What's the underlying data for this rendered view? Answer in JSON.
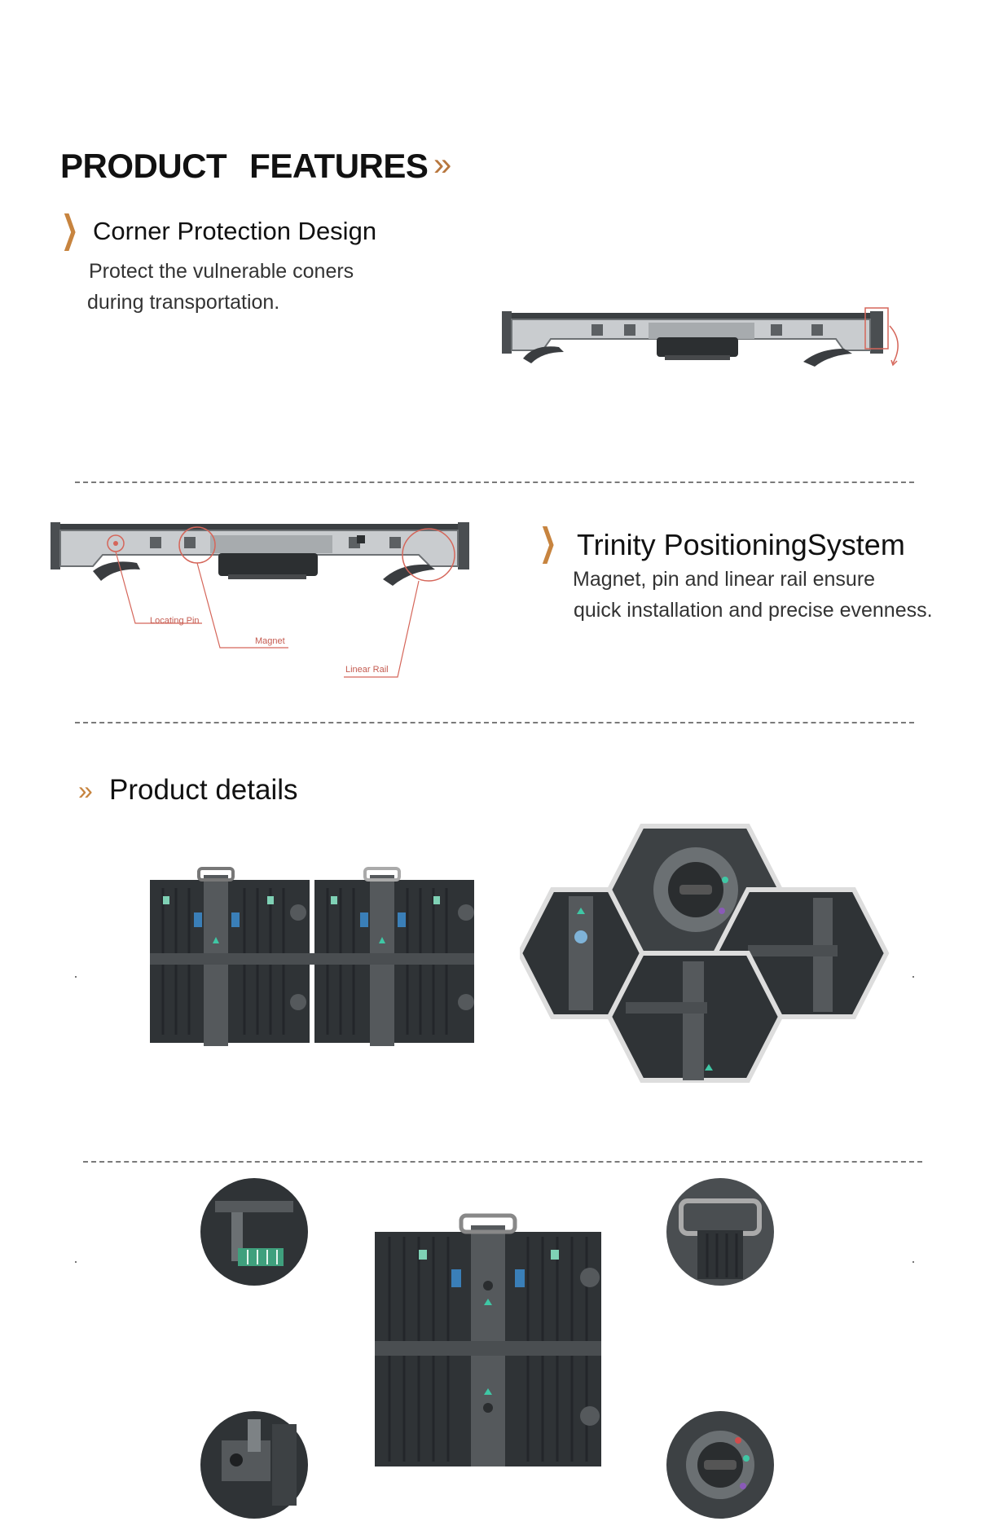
{
  "features": {
    "title_part1": "PRODUCT",
    "title_part2": "FEATURES",
    "title_arrow": "»"
  },
  "corner": {
    "heading": "Corner Protection Design",
    "desc_line1": "Protect the vulnerable coners",
    "desc_line2": "during transportation."
  },
  "trinity": {
    "heading": "Trinity PositioningSystem",
    "desc_line1": "Magnet, pin and linear rail ensure",
    "desc_line2": "quick installation and precise evenness.",
    "callouts": {
      "locating_pin": "Locating Pin",
      "magnet": "Magnet",
      "linear_rail": "Linear Rail"
    }
  },
  "details": {
    "arrow": "»",
    "heading": "Product details"
  },
  "colors": {
    "accent": "#c7843f",
    "cabinet_dark": "#2f3336",
    "frame_gray": "#9ea3a6",
    "callout_red": "#d5665a"
  }
}
